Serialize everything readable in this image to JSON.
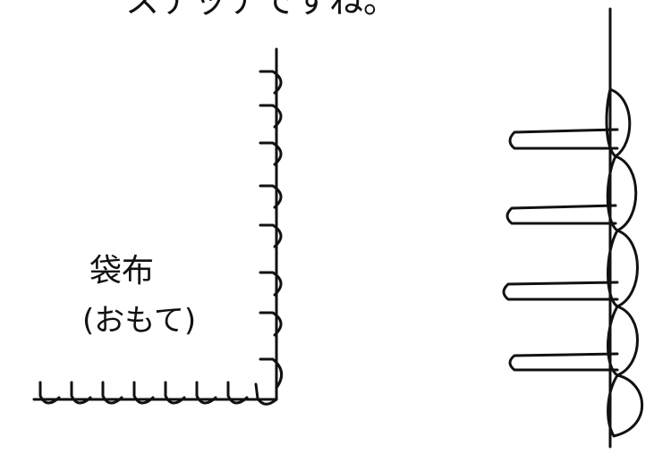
{
  "caption_top": "ステッチですね。",
  "fabric_label": {
    "line1": "袋布",
    "line2": "(おもて)"
  }
}
